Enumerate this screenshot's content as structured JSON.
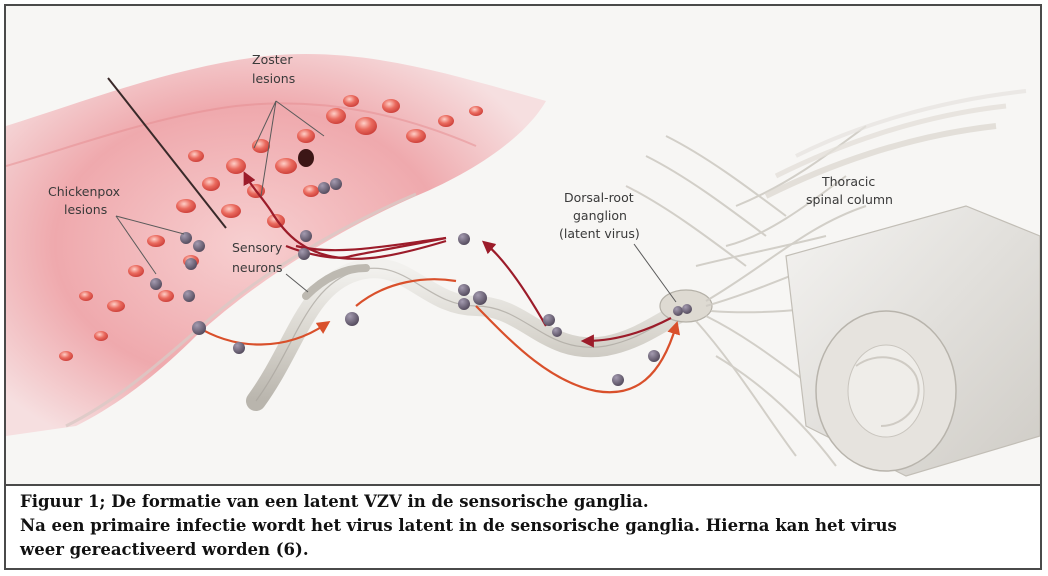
{
  "illustration": {
    "labels": {
      "zoster_line1": "Zoster",
      "zoster_line2": "lesions",
      "chickenpox_line1": "Chickenpox",
      "chickenpox_line2": "lesions",
      "sensory_line1": "Sensory",
      "sensory_line2": "neurons",
      "drg_line1": "Dorsal-root",
      "drg_line2": "ganglion",
      "drg_line3": "(latent virus)",
      "spine_line1": "Thoracic",
      "spine_line2": "spinal column"
    },
    "colors": {
      "skin": "#f2b6b8",
      "lesion": "#e2544d",
      "virus": "#6e6475",
      "primary_path": "#d9502b",
      "reactivation_path": "#9c1c2a",
      "nerve": "#dcdad4"
    }
  },
  "caption": {
    "line1": "Figuur 1; De formatie van een latent VZV in de sensorische ganglia.",
    "line2": "Na een primaire infectie wordt het virus latent in de sensorische ganglia. Hierna kan het virus",
    "line3": "weer gereactiveerd worden (6)."
  }
}
